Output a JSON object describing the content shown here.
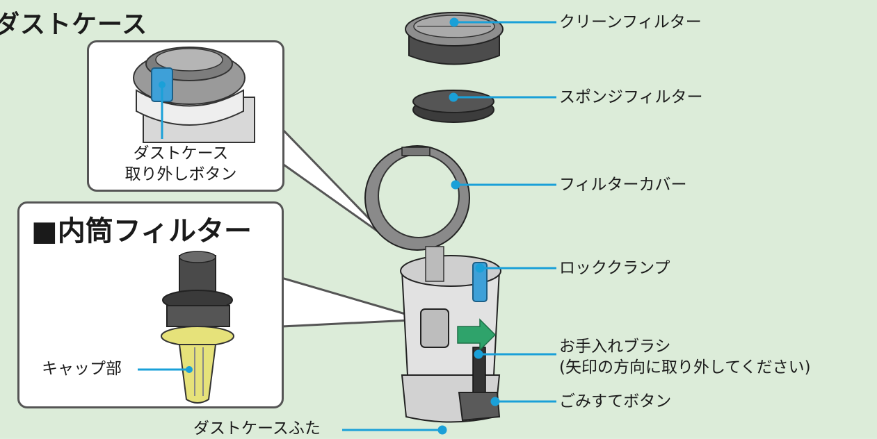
{
  "section_title": "ダストケース",
  "release_button": {
    "line1": "ダストケース",
    "line2": "取り外しボタン"
  },
  "inner_filter_heading": "■内筒フィルター",
  "cap_part": "キャップ部",
  "parts": {
    "clean_filter": "クリーンフィルター",
    "sponge_filter": "スポンジフィルター",
    "filter_cover": "フィルターカバー",
    "lock_clamp": "ロッククランプ",
    "brush_line1": "お手入れブラシ",
    "brush_line2": "(矢印の方向に取り外してください)",
    "dump_button": "ごみすてボタン",
    "case_lid": "ダストケースふた"
  },
  "colors": {
    "accent_line": "#1aa0d8",
    "arrow_green": "#2fa36b",
    "clamp_blue": "#3ea0d8",
    "cap_yellow": "#e6e27a"
  }
}
